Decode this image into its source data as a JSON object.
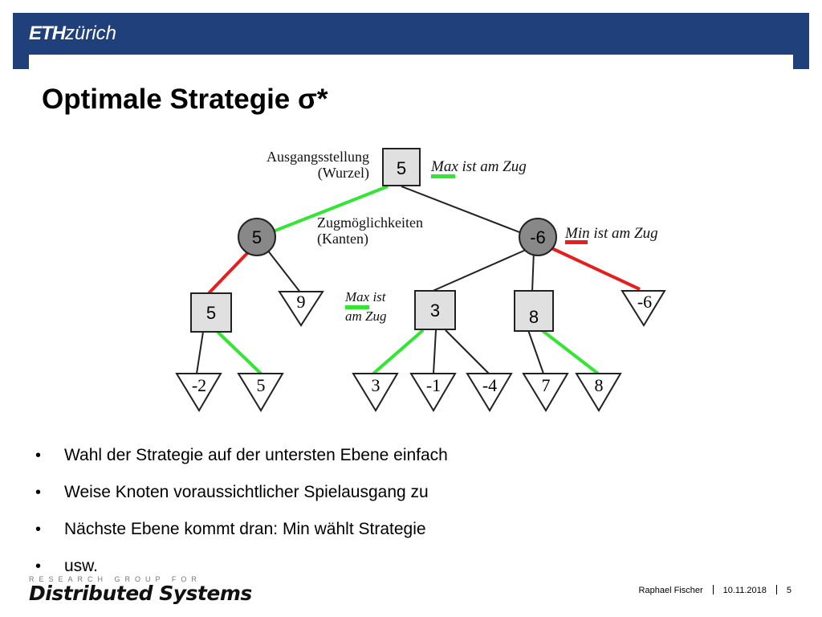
{
  "header": {
    "logo_eth": "ETH",
    "logo_zurich": "zürich",
    "brand_color": "#1f407a"
  },
  "slide": {
    "title": "Optimale Strategie σ*"
  },
  "diagram": {
    "label_root": [
      "Ausgangsstellung",
      "(Wurzel)"
    ],
    "label_edges": [
      "Zugmöglichkeiten",
      "(Kanten)"
    ],
    "label_max_top": "Max ist am Zug",
    "label_min": "Min ist am Zug",
    "label_max_mid": [
      "Max ist",
      "am Zug"
    ],
    "root_value": "5",
    "level1": [
      {
        "value": "5"
      },
      {
        "value": "-6"
      }
    ],
    "level2": [
      {
        "value": "5",
        "shape": "square"
      },
      {
        "value": "9",
        "shape": "triangle"
      },
      {
        "value": "3",
        "shape": "square"
      },
      {
        "value": "8",
        "shape": "square"
      },
      {
        "value": "-6",
        "shape": "triangle"
      }
    ],
    "leaves": [
      "-2",
      "5",
      "3",
      "-1",
      "-4",
      "7",
      "8"
    ],
    "colors": {
      "max_strategy": "#33e633",
      "min_strategy": "#e61e1e",
      "edge": "#222222",
      "max_node": "#e0e0e0",
      "min_node": "#888888"
    }
  },
  "bullets": [
    "Wahl der Strategie auf der untersten Ebene einfach",
    "Weise Knoten voraussichtlicher Spielausgang zu",
    "Nächste Ebene kommt dran: Min wählt Strategie",
    "usw."
  ],
  "bullet_symbol": "•",
  "footer": {
    "research": "RESEARCH GROUP FOR",
    "group": "Distributed Systems",
    "author": "Raphael Fischer",
    "date": "10.11.2018",
    "page": "5"
  }
}
